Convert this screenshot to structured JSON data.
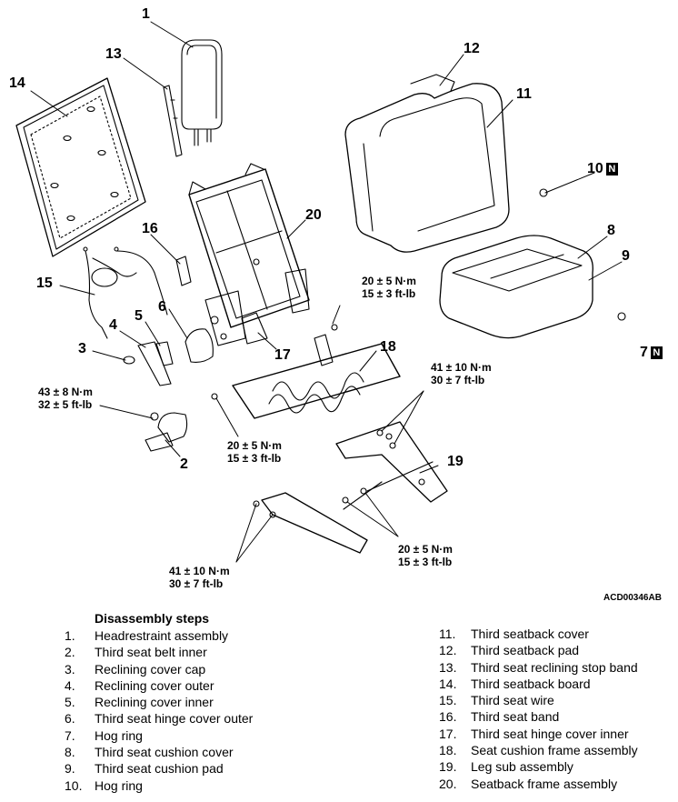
{
  "callouts": [
    "1",
    "2",
    "3",
    "4",
    "5",
    "6",
    "7",
    "8",
    "9",
    "10",
    "11",
    "12",
    "13",
    "14",
    "15",
    "16",
    "17",
    "18",
    "19",
    "20"
  ],
  "badge": "N",
  "torque": {
    "t_top_right": [
      "20 ± 5 N·m",
      "15 ± 3 ft-lb"
    ],
    "t_right_mid": [
      "41 ± 10 N·m",
      "30 ± 7 ft-lb"
    ],
    "t_left": [
      "43 ± 8 N·m",
      "32 ± 5 ft-lb"
    ],
    "t_center": [
      "20 ± 5 N·m",
      "15 ± 3 ft-lb"
    ],
    "t_bottom_left": [
      "41 ± 10 N·m",
      "30 ± 7 ft-lb"
    ],
    "t_bottom_right": [
      "20 ± 5 N·m",
      "15 ± 3 ft-lb"
    ]
  },
  "figure_code": "ACD00346AB",
  "steps_title": "Disassembly steps",
  "steps": [
    {
      "num": "1.",
      "label": "Headrestraint assembly"
    },
    {
      "num": "2.",
      "label": "Third seat belt inner"
    },
    {
      "num": "3.",
      "label": "Reclining cover cap"
    },
    {
      "num": "4.",
      "label": "Reclining cover outer"
    },
    {
      "num": "5.",
      "label": "Reclining cover inner"
    },
    {
      "num": "6.",
      "label": "Third seat hinge cover outer"
    },
    {
      "num": "7.",
      "label": "Hog ring"
    },
    {
      "num": "8.",
      "label": "Third seat cushion cover"
    },
    {
      "num": "9.",
      "label": "Third seat cushion pad"
    },
    {
      "num": "10.",
      "label": "Hog ring"
    },
    {
      "num": "11.",
      "label": "Third seatback cover"
    },
    {
      "num": "12.",
      "label": "Third seatback pad"
    },
    {
      "num": "13.",
      "label": "Third seat reclining stop band"
    },
    {
      "num": "14.",
      "label": "Third seatback board"
    },
    {
      "num": "15.",
      "label": "Third seat wire"
    },
    {
      "num": "16.",
      "label": "Third seat band"
    },
    {
      "num": "17.",
      "label": "Third seat hinge cover inner"
    },
    {
      "num": "18.",
      "label": "Seat cushion frame assembly"
    },
    {
      "num": "19.",
      "label": "Leg sub assembly"
    },
    {
      "num": "20.",
      "label": "Seatback frame assembly"
    }
  ]
}
